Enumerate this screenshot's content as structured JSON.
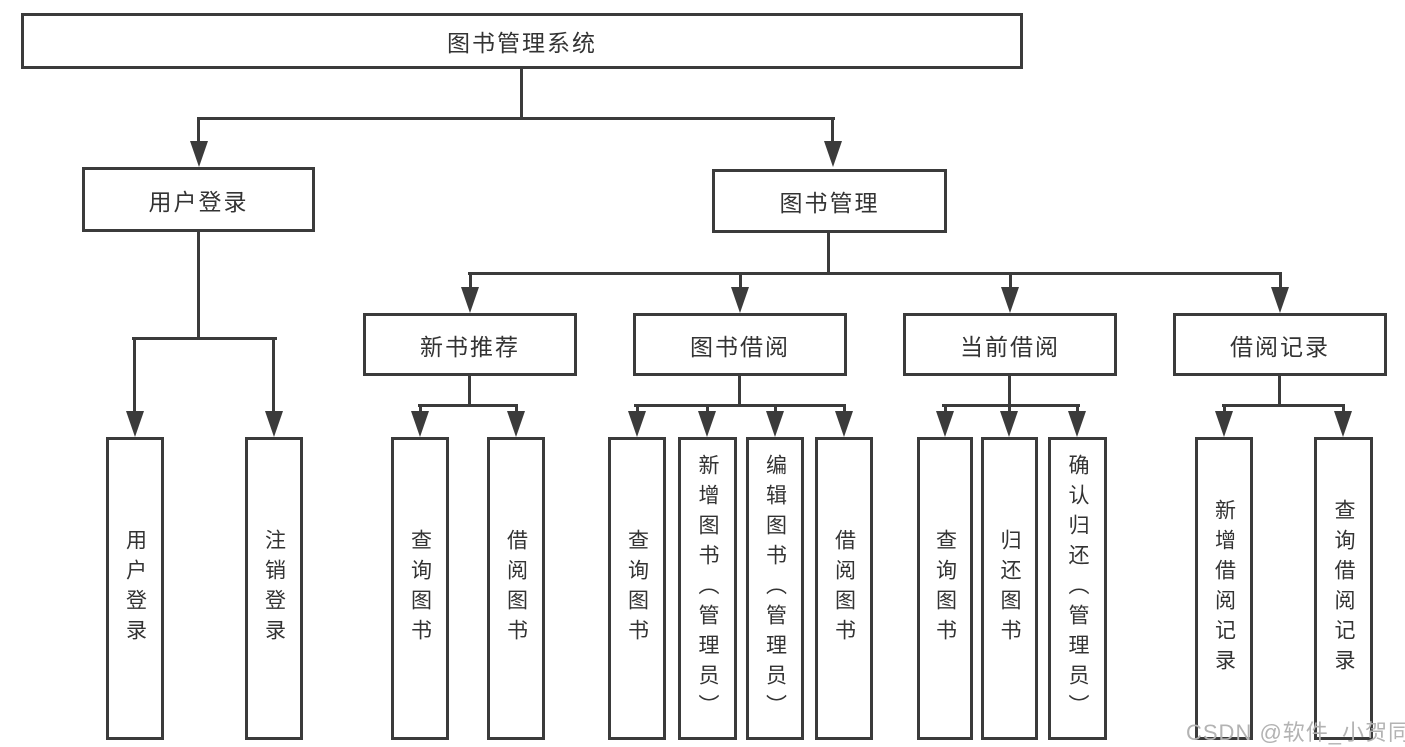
{
  "diagram": {
    "root": {
      "label": "图书管理系统"
    },
    "branches": [
      {
        "label": "用户登录",
        "children": [
          {
            "label": "用户登录"
          },
          {
            "label": "注销登录"
          }
        ]
      },
      {
        "label": "图书管理",
        "children": [
          {
            "label": "新书推荐",
            "children": [
              {
                "label": "查询图书"
              },
              {
                "label": "借阅图书"
              }
            ]
          },
          {
            "label": "图书借阅",
            "children": [
              {
                "label": "查询图书"
              },
              {
                "label": "新增图书（管理员）"
              },
              {
                "label": "编辑图书（管理员）"
              },
              {
                "label": "借阅图书"
              }
            ]
          },
          {
            "label": "当前借阅",
            "children": [
              {
                "label": "查询图书"
              },
              {
                "label": "归还图书"
              },
              {
                "label": "确认归还（管理员）"
              }
            ]
          },
          {
            "label": "借阅记录",
            "children": [
              {
                "label": "新增借阅记录"
              },
              {
                "label": "查询借阅记录"
              }
            ]
          }
        ]
      }
    ]
  },
  "watermark": {
    "text": "CSDN @软件_小贺同学"
  },
  "colors": {
    "line": "#3b3b3b",
    "text": "#333333",
    "watermark": "#b3b3b3",
    "background": "#ffffff"
  }
}
